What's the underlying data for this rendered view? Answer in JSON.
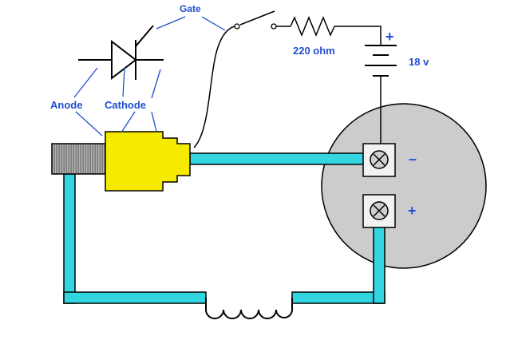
{
  "diagram": {
    "labels": {
      "gate": "Gate",
      "anode": "Anode",
      "cathode": "Cathode",
      "resistor": "220 ohm",
      "battery_voltage": "18 v",
      "battery_plus": "+",
      "terminal_minus": "–",
      "terminal_plus": "+"
    },
    "colors": {
      "wire": "#33d6e0",
      "scr_body": "#f5ea00",
      "stud": "#8c8c8c",
      "disc": "#cccccc",
      "terminal": "#f2f2f2",
      "label": "#1f4fd0",
      "ink": "#000000"
    }
  }
}
